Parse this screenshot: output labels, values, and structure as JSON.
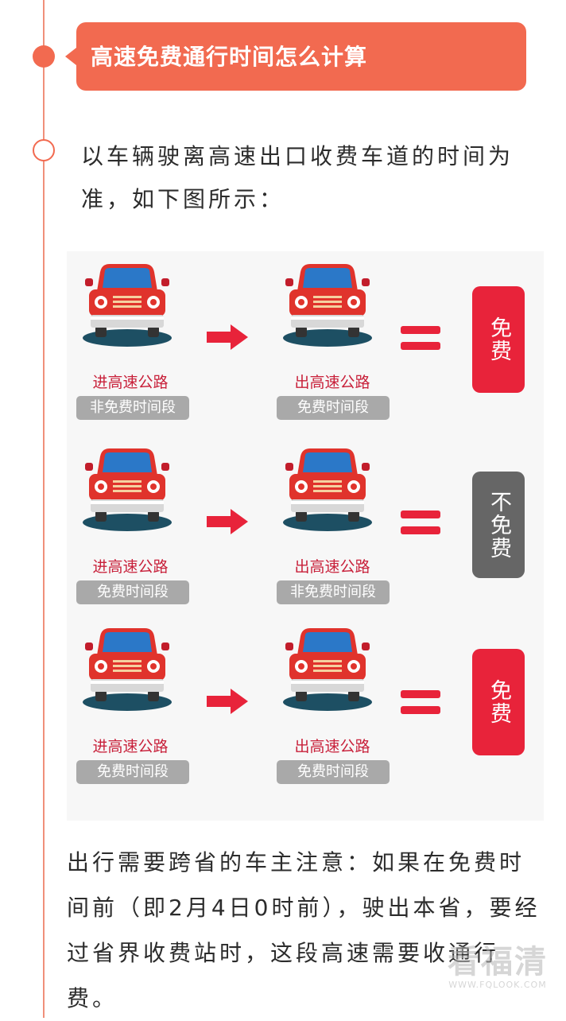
{
  "header": {
    "title": "高速免费通行时间怎么计算"
  },
  "intro": {
    "text": "以车辆驶离高速出口收费车道的时间为准，如下图所示："
  },
  "diagram": {
    "rows": [
      {
        "from_label": "进高速公路",
        "from_period": "非免费时间段",
        "to_label": "出高速公路",
        "to_period": "免费时间段",
        "result": "免费",
        "result_color": "#e8233a"
      },
      {
        "from_label": "进高速公路",
        "from_period": "免费时间段",
        "to_label": "出高速公路",
        "to_period": "非免费时间段",
        "result": "不免费",
        "result_color": "#666666"
      },
      {
        "from_label": "进高速公路",
        "from_period": "免费时间段",
        "to_label": "出高速公路",
        "to_period": "免费时间段",
        "result": "免费",
        "result_color": "#e8233a"
      }
    ]
  },
  "note": {
    "text": "出行需要跨省的车主注意：如果在免费时间前（即2月4日0时前），驶出本省，要经过省界收费站时，这段高速需要收通行费。"
  },
  "watermark": {
    "main": "看福清",
    "url": "WWW.FQLOOK.COM"
  },
  "colors": {
    "accent": "#f26a50",
    "red": "#e8233a",
    "gray": "#666666"
  },
  "icons": [
    "car-icon",
    "arrow-right-icon",
    "equals-icon"
  ]
}
